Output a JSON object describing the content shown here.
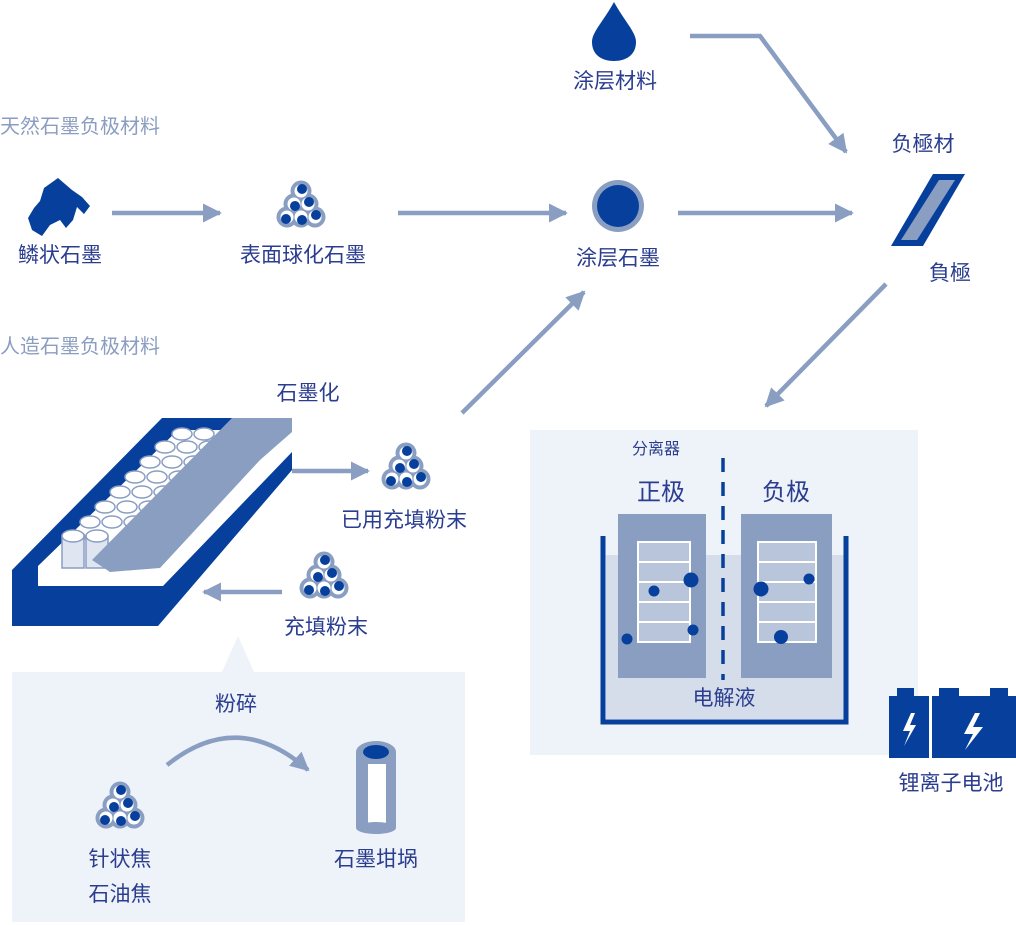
{
  "sections": {
    "natural": "天然石墨负极材料",
    "artificial": "人造石墨负极材料"
  },
  "labels": {
    "flake_graphite": "鳞状石墨",
    "spherical_graphite": "表面球化石墨",
    "coated_graphite": "涂层石墨",
    "coating_material": "涂层材料",
    "anode_material": "负極材",
    "anode": "負極",
    "graphitization": "石墨化",
    "used_filler_powder": "已用充填粉末",
    "filler_powder": "充填粉末",
    "crushing": "粉碎",
    "needle_coke_1": "针状焦",
    "needle_coke_2": "石油焦",
    "graphite_crucible": "石墨坩埚",
    "separator": "分离器",
    "cathode": "正极",
    "anode_electrode": "负极",
    "electrolyte": "电解液",
    "battery": "锂离子电池"
  },
  "colors": {
    "primary": "#06409c",
    "arrow": "#8a9ec2",
    "secondary_text": "#8b9ec0",
    "panel": "#eef2f9"
  }
}
